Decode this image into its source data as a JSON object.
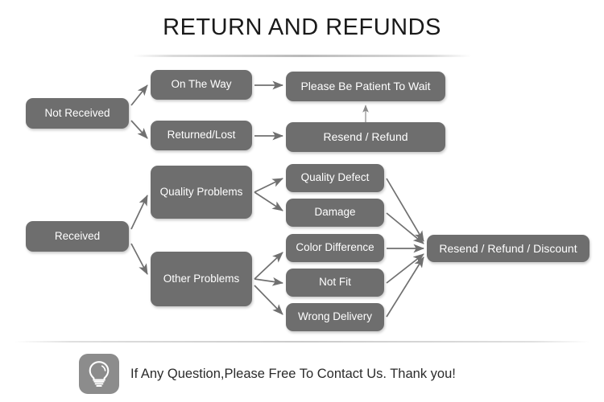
{
  "page": {
    "title": "RETURN AND REFUNDS",
    "background_color": "#ffffff",
    "node_fill_color": "#6e6e6e",
    "node_text_color": "#ffffff",
    "arrow_color": "#707070"
  },
  "flow": {
    "roots": [
      {
        "id": "not-received",
        "label": "Not Received"
      },
      {
        "id": "received",
        "label": "Received"
      }
    ],
    "level2": [
      {
        "id": "on-the-way",
        "label": "On The Way"
      },
      {
        "id": "returned-lost",
        "label": "Returned/Lost"
      },
      {
        "id": "quality-problems",
        "label": "Quality Problems"
      },
      {
        "id": "other-problems",
        "label": "Other Problems"
      }
    ],
    "level3": [
      {
        "id": "quality-defect",
        "label": "Quality Defect"
      },
      {
        "id": "damage",
        "label": "Damage"
      },
      {
        "id": "color-difference",
        "label": "Color Difference"
      },
      {
        "id": "not-fit",
        "label": "Not Fit"
      },
      {
        "id": "wrong-delivery",
        "label": "Wrong Delivery"
      }
    ],
    "outcomes": [
      {
        "id": "please-be-patient",
        "label": "Please Be Patient To Wait"
      },
      {
        "id": "resend-refund",
        "label": "Resend / Refund"
      },
      {
        "id": "resend-refund-discount",
        "label": "Resend / Refund / Discount"
      }
    ],
    "edges": [
      {
        "from": "not-received",
        "to": "on-the-way"
      },
      {
        "from": "not-received",
        "to": "returned-lost"
      },
      {
        "from": "on-the-way",
        "to": "please-be-patient"
      },
      {
        "from": "returned-lost",
        "to": "resend-refund"
      },
      {
        "from": "resend-refund",
        "to": "please-be-patient"
      },
      {
        "from": "received",
        "to": "quality-problems"
      },
      {
        "from": "received",
        "to": "other-problems"
      },
      {
        "from": "quality-problems",
        "to": "quality-defect"
      },
      {
        "from": "quality-problems",
        "to": "damage"
      },
      {
        "from": "other-problems",
        "to": "color-difference"
      },
      {
        "from": "other-problems",
        "to": "not-fit"
      },
      {
        "from": "other-problems",
        "to": "wrong-delivery"
      },
      {
        "from": "quality-defect",
        "to": "resend-refund-discount"
      },
      {
        "from": "damage",
        "to": "resend-refund-discount"
      },
      {
        "from": "color-difference",
        "to": "resend-refund-discount"
      },
      {
        "from": "not-fit",
        "to": "resend-refund-discount"
      },
      {
        "from": "wrong-delivery",
        "to": "resend-refund-discount"
      }
    ]
  },
  "footer": {
    "icon": "lightbulb-icon",
    "text": "If Any Question,Please Free To Contact Us. Thank you!"
  }
}
